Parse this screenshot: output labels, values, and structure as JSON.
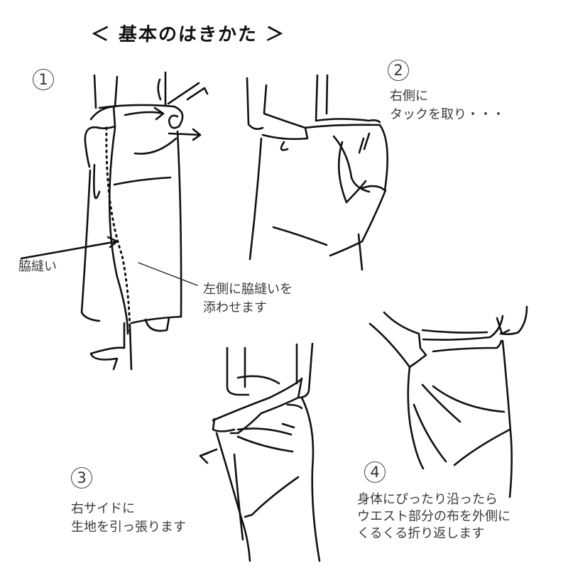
{
  "title": "＜ 基本のはきかた ＞",
  "steps": [
    {
      "number": "1",
      "labels": {
        "side_seam": "脇縫い",
        "instruction_line1": "左側に脇縫いを",
        "instruction_line2": "添わせます"
      }
    },
    {
      "number": "2",
      "caption_line1": "右側に",
      "caption_line2": "タックを取り・・・"
    },
    {
      "number": "3",
      "caption_line1": "右サイドに",
      "caption_line2": "生地を引っ張ります"
    },
    {
      "number": "4",
      "caption_line1": "身体にぴったり沿ったら",
      "caption_line2": "ウエスト部分の布を外側に",
      "caption_line3": "くるくる折り返します"
    }
  ],
  "colors": {
    "background": "#ffffff",
    "line": "#111111",
    "text": "#3a3a3a"
  }
}
